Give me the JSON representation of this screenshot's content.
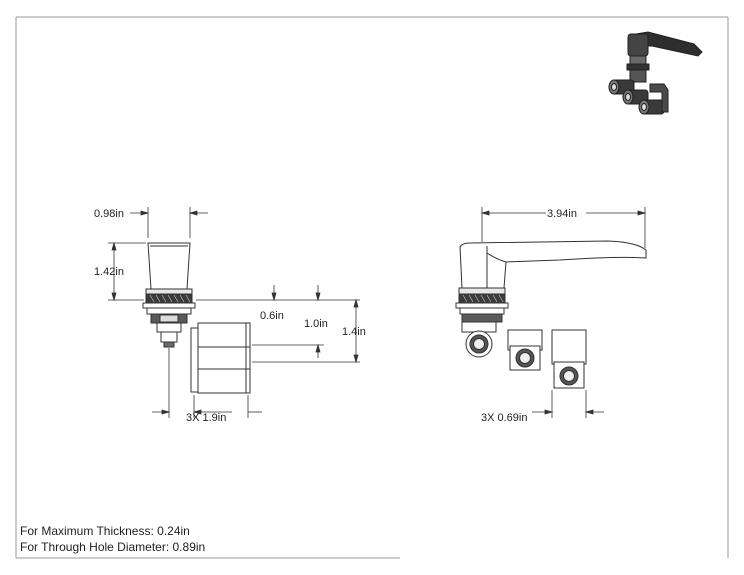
{
  "dimensions": {
    "front_width": "0.98in",
    "front_height": "1.42in",
    "offset_a": "0.6in",
    "offset_b": "1.0in",
    "offset_c": "1.4in",
    "front_spacing": "3X 1.9in",
    "side_length": "3.94in",
    "side_spacing": "3X 0.69in"
  },
  "notes": {
    "max_thickness": "For Maximum Thickness: 0.24in",
    "through_hole": "For Through Hole Diameter: 0.89in"
  },
  "colors": {
    "line": "#333333",
    "border": "#9a9a9a",
    "fill_dark": "#3a3a3a",
    "fill_light": "#ffffff"
  }
}
